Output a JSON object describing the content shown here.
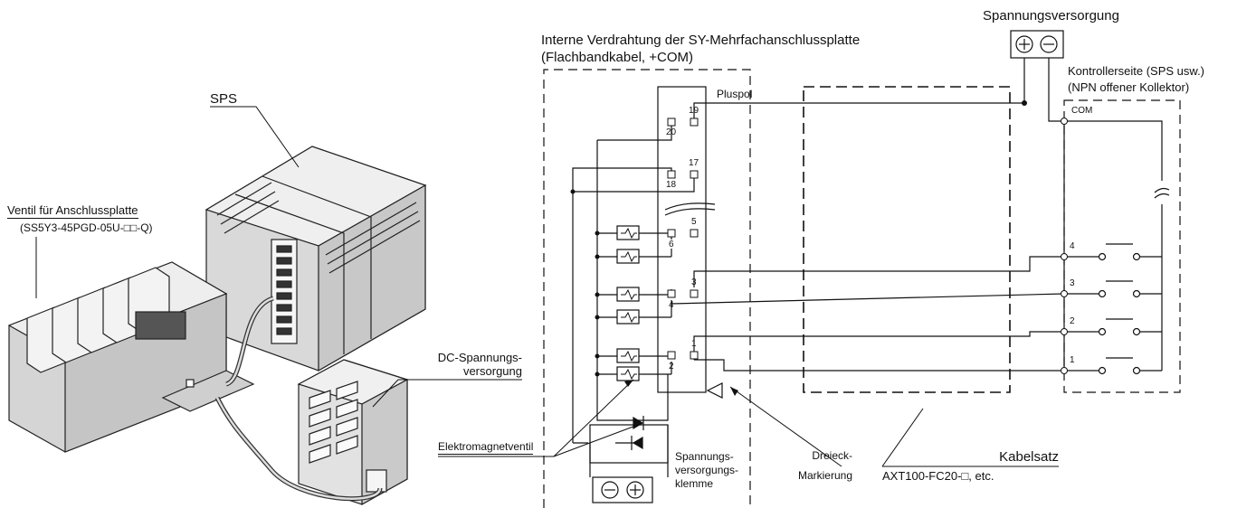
{
  "labels": {
    "sps": "SPS",
    "valve_title": "Ventil für Anschlussplatte",
    "valve_code": "(SS5Y3-45PGD-05U-□□-Q)",
    "dc_supply_line1": "DC-Spannungs-",
    "dc_supply_line2": "versorgung",
    "solenoid": "Elektromagnetventil",
    "wiring_title_line1": "Interne Verdrahtung der SY-Mehrfachanschlussplatte",
    "wiring_title_line2": "(Flachbandkabel, +COM)",
    "pluspol": "Pluspol",
    "power_supply": "Spannungsversorgung",
    "controller_line1": "Kontrollerseite (SPS usw.)",
    "controller_line2": "(NPN offener Kollektor)",
    "com": "COM",
    "terminal_line1": "Spannungs-",
    "terminal_line2": "versorgungs-",
    "terminal_line3": "klemme",
    "triangle_line1": "Dreieck-",
    "triangle_line2": "Markierung",
    "cable_set_title": "Kabelsatz",
    "cable_set_code": "AXT100-FC20-□, etc."
  },
  "connector_pins": {
    "p19": "19",
    "p20": "20",
    "p17": "17",
    "p18": "18",
    "p5": "5",
    "p6": "6",
    "p3": "3",
    "p4": "4",
    "p1": "1",
    "p2": "2"
  },
  "controller_channels": [
    "4",
    "3",
    "2",
    "1"
  ],
  "symbols": {
    "plus": "+",
    "minus": "−"
  }
}
